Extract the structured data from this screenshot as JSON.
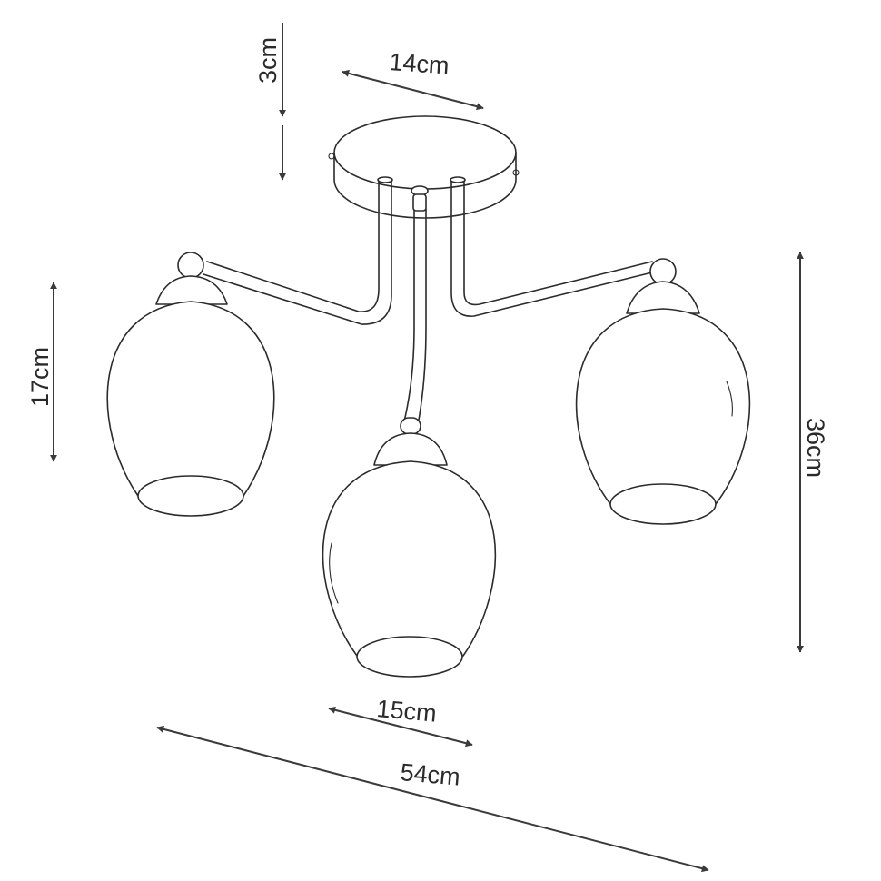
{
  "dimensions": {
    "canopy_height": "3cm",
    "canopy_diameter": "14cm",
    "shade_height": "17cm",
    "total_height": "36cm",
    "shade_diameter": "15cm",
    "total_width": "54cm"
  }
}
